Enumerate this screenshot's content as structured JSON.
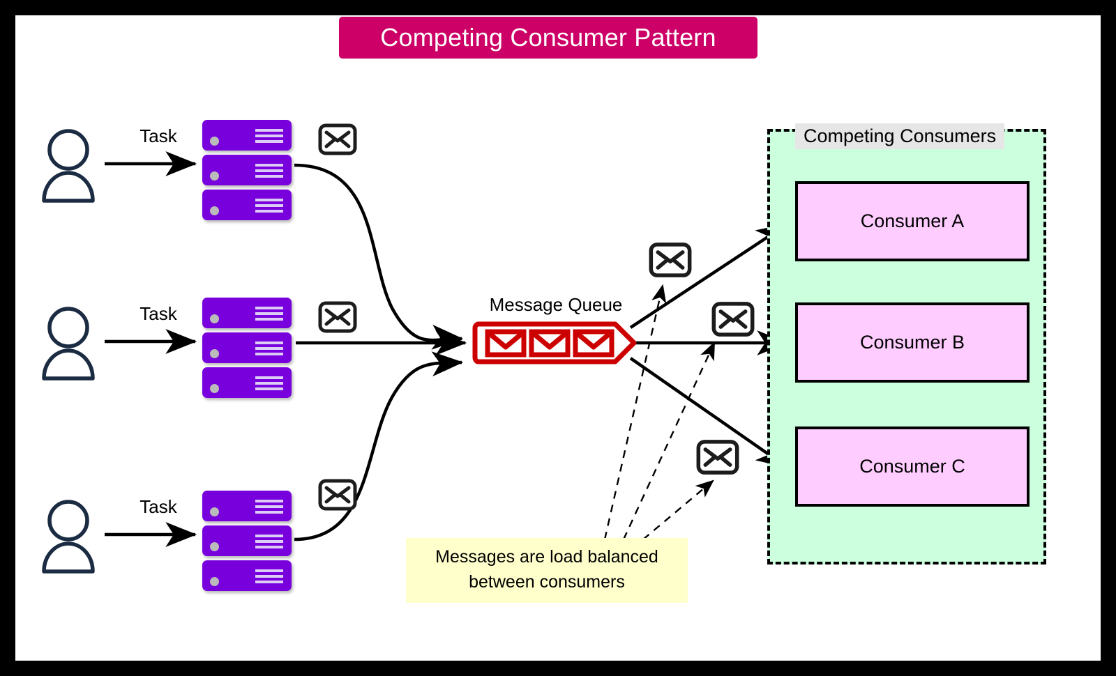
{
  "title": {
    "text": "Competing Consumer Pattern",
    "banner_color": "#CC0066",
    "text_color": "#FFFFFF"
  },
  "producers": [
    {
      "user_icon": "user-icon",
      "task_label": "Task",
      "server_icon": "server-stack-icon",
      "envelope_icon": "envelope-icon"
    },
    {
      "user_icon": "user-icon",
      "task_label": "Task",
      "server_icon": "server-stack-icon",
      "envelope_icon": "envelope-icon"
    },
    {
      "user_icon": "user-icon",
      "task_label": "Task",
      "server_icon": "server-stack-icon",
      "envelope_icon": "envelope-icon"
    }
  ],
  "queue": {
    "label": "Message Queue",
    "message_count": 3,
    "outline_color": "#CC0000",
    "message_icon": "mail-envelope-icon"
  },
  "consumers_group": {
    "label": "Competing Consumers",
    "background_color": "#CCFFDD",
    "label_background_color": "#E6E6E6",
    "border_style": "dashed",
    "items": [
      {
        "label": "Consumer A",
        "color": "#FFCCFF"
      },
      {
        "label": "Consumer B",
        "color": "#FFCCFF"
      },
      {
        "label": "Consumer C",
        "color": "#FFCCFF"
      }
    ]
  },
  "delivery_envelopes": [
    {
      "icon": "envelope-icon"
    },
    {
      "icon": "envelope-icon"
    },
    {
      "icon": "envelope-icon"
    }
  ],
  "note": {
    "line1": "Messages are load balanced",
    "line2": "between consumers",
    "background_color": "#FFFFCC"
  },
  "colors": {
    "frame": "#000000",
    "canvas": "#FFFFFF",
    "server_purple": "#7700DD",
    "user_navy": "#1A2B42",
    "queue_red": "#CC0000"
  }
}
